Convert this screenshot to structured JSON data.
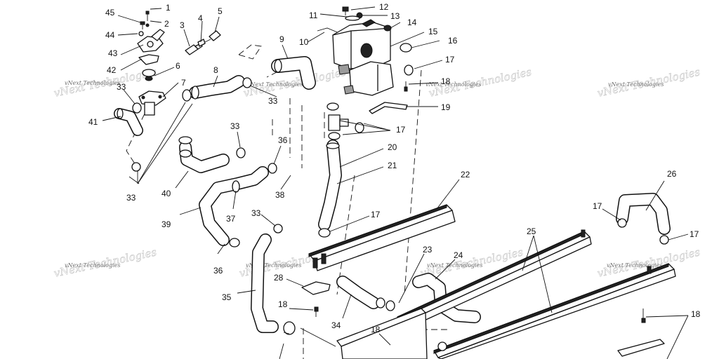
{
  "watermark": {
    "text": "vNext Technologies"
  },
  "callouts": [
    "1",
    "2",
    "4",
    "5",
    "3",
    "45",
    "44",
    "43",
    "42",
    "6",
    "7",
    "41",
    "33",
    "8",
    "9",
    "10",
    "11",
    "12",
    "13",
    "14",
    "15",
    "16",
    "17",
    "18",
    "19",
    "20",
    "21",
    "22",
    "23",
    "24",
    "25",
    "26",
    "28",
    "34",
    "35",
    "36",
    "37",
    "38",
    "39",
    "40"
  ]
}
